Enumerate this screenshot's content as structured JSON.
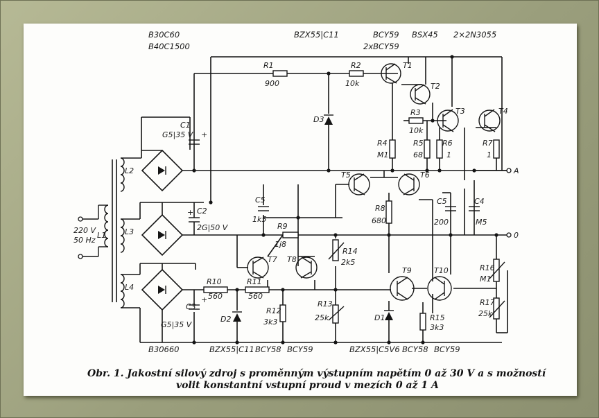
{
  "header_labels": {
    "bridge_a": "B30C60",
    "bridge_b": "B40C1500",
    "zener_top": "BZX55|C11",
    "bcy_top": "BCY59",
    "bcy_pair": "2xBCY59",
    "bsx": "BSX45",
    "power": "2×2N3055"
  },
  "transformer": {
    "mains_volt": "220 V",
    "mains_freq": "50 Hz",
    "primary": "L1",
    "coils": [
      "L2",
      "L3",
      "L4"
    ]
  },
  "components": {
    "R1": {
      "ref": "R1",
      "val": "900"
    },
    "R2": {
      "ref": "R2",
      "val": "10k"
    },
    "R3": {
      "ref": "R3",
      "val": "10k"
    },
    "R4": {
      "ref": "R4",
      "val": "M1"
    },
    "R5": {
      "ref": "R5",
      "val": "68"
    },
    "R6": {
      "ref": "R6",
      "val": "1"
    },
    "R7": {
      "ref": "R7",
      "val": "1"
    },
    "R8": {
      "ref": "R8",
      "val": "680"
    },
    "R9": {
      "ref": "R9",
      "val": "1j8"
    },
    "R10": {
      "ref": "R10",
      "val": "560"
    },
    "R11": {
      "ref": "R11",
      "val": "560"
    },
    "R12": {
      "ref": "R12",
      "val": "3k3"
    },
    "R13": {
      "ref": "R13",
      "val": "25k"
    },
    "R14": {
      "ref": "R14",
      "val": "2k5"
    },
    "R15": {
      "ref": "R15",
      "val": "3k3"
    },
    "R16": {
      "ref": "R16",
      "val": "M1"
    },
    "R17": {
      "ref": "R17",
      "val": "25k"
    },
    "C1": {
      "ref": "C1",
      "val": "G5|35 V"
    },
    "C2": {
      "ref": "C2",
      "val": "2G|50 V"
    },
    "C3": {
      "ref": "C3",
      "val": "G5|35 V"
    },
    "C4": {
      "ref": "C4",
      "val": "M5"
    },
    "C5a": {
      "ref": "C5",
      "val": "1k5"
    },
    "C5b": {
      "ref": "C5",
      "val": "200"
    }
  },
  "transistors": [
    "T1",
    "T2",
    "T3",
    "T4",
    "T5",
    "T6",
    "T7",
    "T8",
    "T9",
    "T10"
  ],
  "diodes": [
    "D1",
    "D2",
    "D3"
  ],
  "terminals": {
    "A": "A",
    "O": "0"
  },
  "bottom_labels": {
    "bridge": "B30660",
    "zener1": "BZX55|C11",
    "bcy58a": "BCY58",
    "bcy59a": "BCY59",
    "zener2": "BZX55|C5V6",
    "bcy58b": "BCY58",
    "bcy59b": "BCY59"
  },
  "caption": {
    "line1": "Obr. 1. Jakostní silový zdroj s proměnným výstupním napětím 0 až 30 V a s možností",
    "line2": "volit konstantní vstupní proud v mezích 0 až 1 A"
  }
}
